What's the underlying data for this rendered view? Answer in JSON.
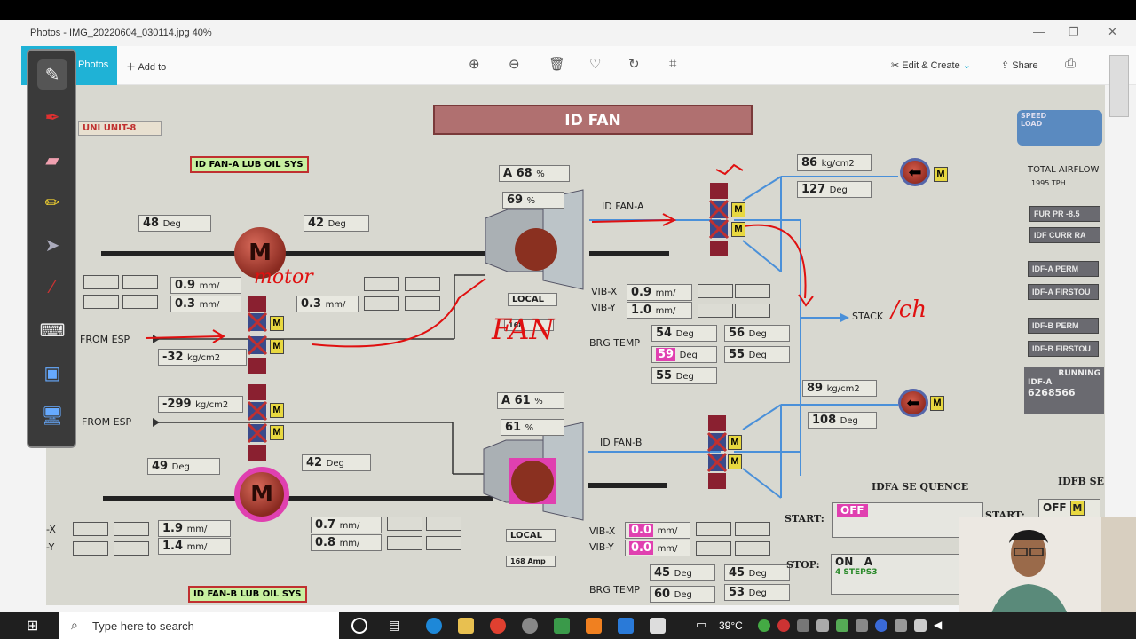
{
  "window": {
    "title": "Photos - IMG_20220604_030114.jpg   40%",
    "minimize": "—",
    "maximize": "❐",
    "close": "✕"
  },
  "toolbar": {
    "tab_label": "Photos",
    "add_label": "Add to",
    "edit_create_label": "Edit & Create",
    "share_label": "Share"
  },
  "hmi": {
    "title": "ID FAN",
    "unit": "UNI UNIT-8",
    "lub_a": "ID FAN-A LUB OIL SYS",
    "lub_b": "ID FAN-B LUB OIL SYS",
    "speed": "SPEED",
    "load": "LOAD",
    "total_airflow": "TOTAL AIRFLOW",
    "airflow_val": "1995 TPH",
    "side_buttons": [
      "FUR PR -8.5",
      "IDF CURR RA",
      "IDF-A PERM",
      "IDF-A FIRSTOU",
      "IDF-B PERM",
      "IDF-B FIRSTOU"
    ],
    "running": "RUNNING",
    "idfa": "IDF-A",
    "idfa_val": "6268566",
    "fan_a": {
      "label": "ID FAN-A",
      "amp_a": "A",
      "amp": "68",
      "pct_unit": "%",
      "pos": "69",
      "local": "LOCAL",
      "motor_temp_l": "48",
      "motor_temp_r": "42",
      "deg": "Deg",
      "vib_l1": "0.9",
      "vib_l2": "0.3",
      "vib_r2": "0.3",
      "mm": "mm/",
      "esp": "FROM ESP",
      "esp_press": "-32",
      "kgcm2": "kg/cm2",
      "vibx": "VIB-X",
      "viby": "VIB-Y",
      "vibx_val": "0.9",
      "viby_val": "1.0",
      "brg": "BRG TEMP",
      "brg1": "54",
      "brg2": "59",
      "brg3": "55",
      "brg4": "56",
      "brg5": "55",
      "out_press": "86",
      "out_temp": "127",
      "amps_small": "168"
    },
    "fan_b": {
      "label": "ID FAN-B",
      "amp_a": "A",
      "amp": "61",
      "pos": "61",
      "local": "LOCAL",
      "esp_press": "-299",
      "esp": "FROM ESP",
      "motor_temp_l": "49",
      "motor_temp_r": "42",
      "vib_l1": "1.9",
      "vib_l2": "1.4",
      "vib_r1": "0.7",
      "vib_r2": "0.8",
      "vibx_val": "0.0",
      "viby_val": "0.0",
      "brg1": "45",
      "brg2": "60",
      "brg3": "45",
      "brg4": "53",
      "out_press": "89",
      "out_temp": "108",
      "amps_small": "168 Amp"
    },
    "stack": "STACK",
    "motor_label": "M",
    "m_badge": "M",
    "left_x": "-X",
    "left_y": "-Y",
    "seq_a": "IDFA SE QUENCE",
    "seq_b": "IDFB SE Q",
    "start": "START:",
    "stop": "STOP:",
    "off": "OFF",
    "on": "ON",
    "a_letter": "A",
    "steps": "4 STEPS3"
  },
  "annotations": {
    "motor_note": "motor",
    "fan_note": "FAN",
    "stack_note": "/ch"
  },
  "taskbar": {
    "search_placeholder": "Type here to search",
    "temperature": "39°C"
  },
  "colors": {
    "accent": "#1fb2d6",
    "annotation": "#e01010",
    "pipe": "#4a90d9",
    "highlight_pink": "#e040b0"
  }
}
